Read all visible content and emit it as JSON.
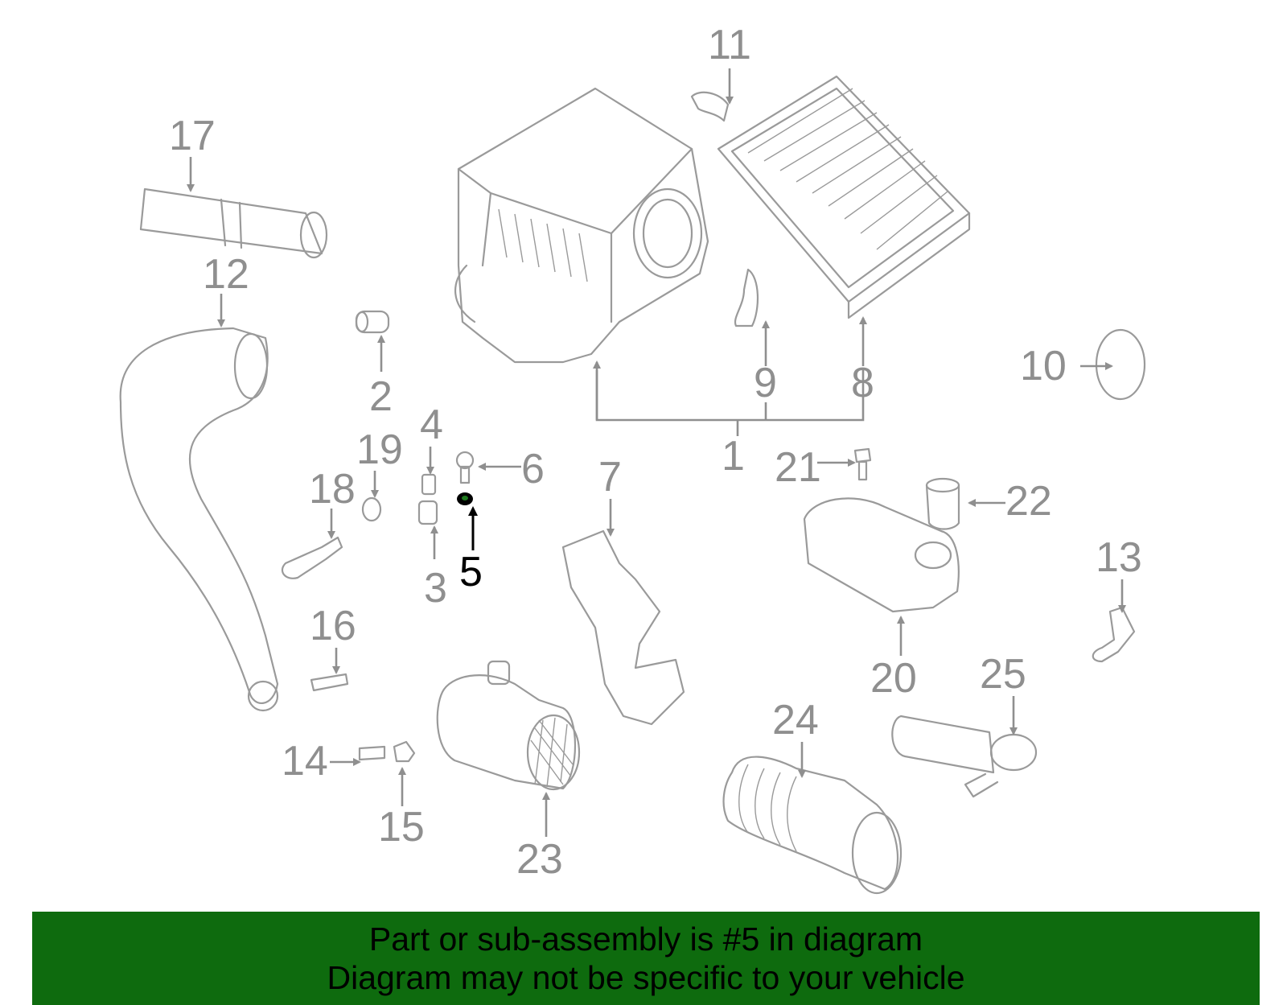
{
  "diagram": {
    "highlighted_part": "5",
    "callouts": [
      "1",
      "2",
      "3",
      "4",
      "5",
      "6",
      "7",
      "8",
      "9",
      "10",
      "11",
      "12",
      "13",
      "14",
      "15",
      "16",
      "17",
      "18",
      "19",
      "20",
      "21",
      "22",
      "23",
      "24",
      "25"
    ]
  },
  "footer": {
    "line1": "Part or sub-assembly is #5 in diagram",
    "line2": "Diagram may not be specific to your vehicle"
  }
}
